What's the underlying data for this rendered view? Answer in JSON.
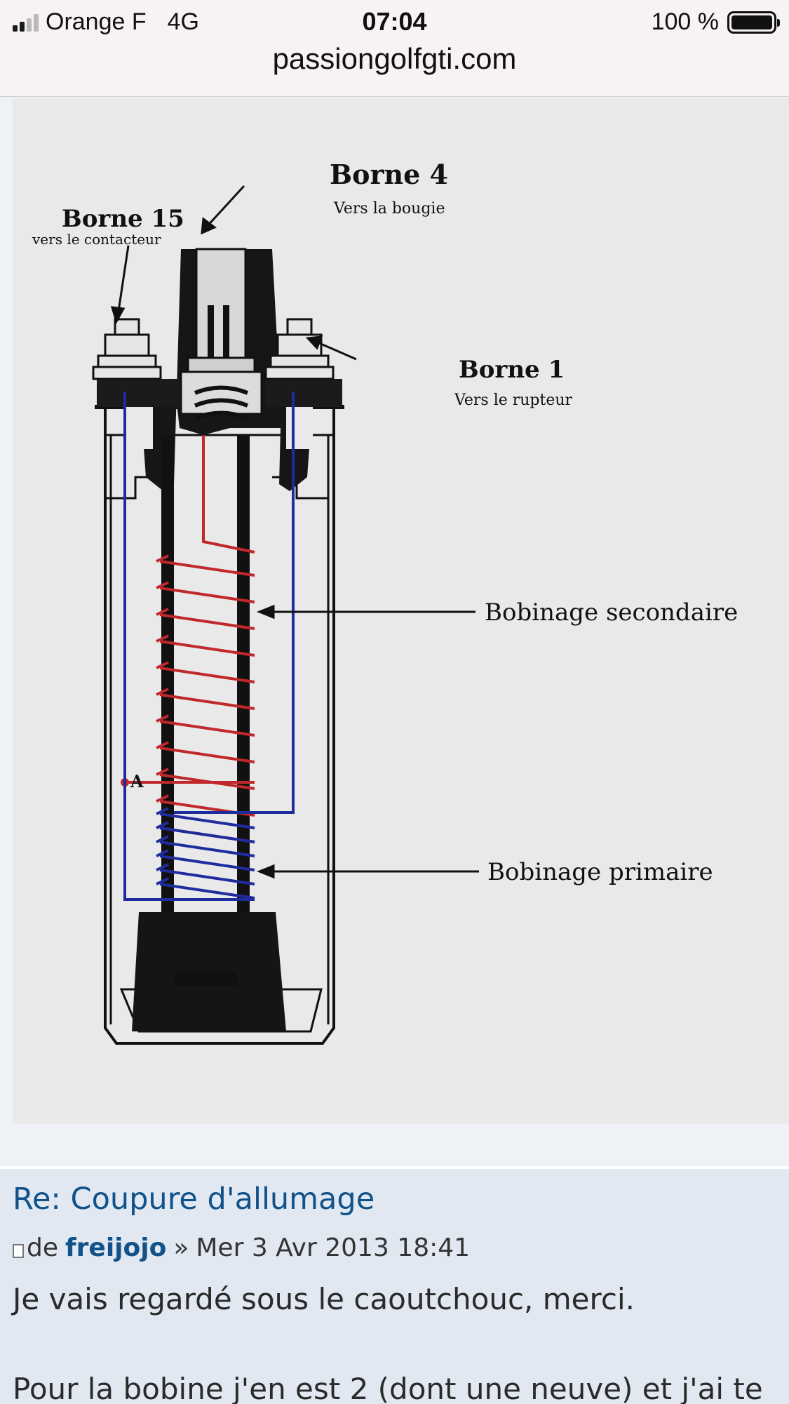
{
  "status_bar": {
    "carrier": "Orange F",
    "network": "4G",
    "time": "07:04",
    "battery": "100 %"
  },
  "browser": {
    "url": "passiongolfgti.com"
  },
  "figure": {
    "labels": {
      "borne4": "Borne 4",
      "borne4_sub": "Vers la bougie",
      "borne15": "Borne 15",
      "borne15_sub": "vers le contacteur",
      "borne1": "Borne 1",
      "borne1_sub": "Vers le rupteur",
      "secondaire": "Bobinage secondaire",
      "primaire": "Bobinage primaire",
      "point_a": "A"
    },
    "colors": {
      "secondary_wire": "#c0282c",
      "primary_wire": "#1f2c9e",
      "body": "#111111"
    }
  },
  "post": {
    "title": "Re: Coupure d'allumage",
    "meta_prefix": "de",
    "author": "freijojo",
    "meta_sep": "»",
    "date": "Mer 3 Avr 2013 18:41",
    "body_line1": "Je vais regardé sous le caoutchouc, merci.",
    "body_line2": "Pour la bobine j'en est 2 (dont une neuve) et j'ai te"
  }
}
